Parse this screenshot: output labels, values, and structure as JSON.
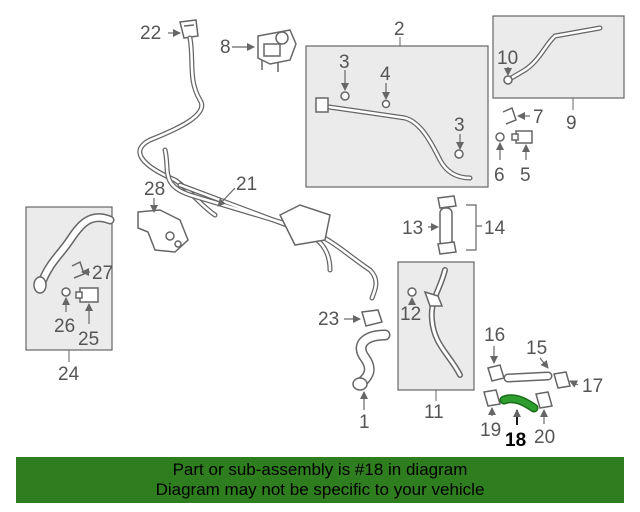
{
  "colors": {
    "line": "#666666",
    "box_fill": "#ebebeb",
    "highlight": "#2e9e2e",
    "banner": "#2e7d1f"
  },
  "callouts": {
    "c1": "1",
    "c2": "2",
    "c3a": "3",
    "c3b": "3",
    "c4": "4",
    "c5": "5",
    "c6": "6",
    "c7": "7",
    "c8": "8",
    "c9": "9",
    "c10": "10",
    "c11": "11",
    "c12": "12",
    "c13": "13",
    "c14": "14",
    "c15": "15",
    "c16": "16",
    "c17": "17",
    "c18": "18",
    "c19": "19",
    "c20": "20",
    "c21": "21",
    "c22": "22",
    "c23": "23",
    "c24": "24",
    "c25": "25",
    "c26": "26",
    "c27": "27",
    "c28": "28"
  },
  "banner": {
    "line1": "Part or sub-assembly is #18 in diagram",
    "line2": "Diagram may not be specific to your vehicle"
  }
}
